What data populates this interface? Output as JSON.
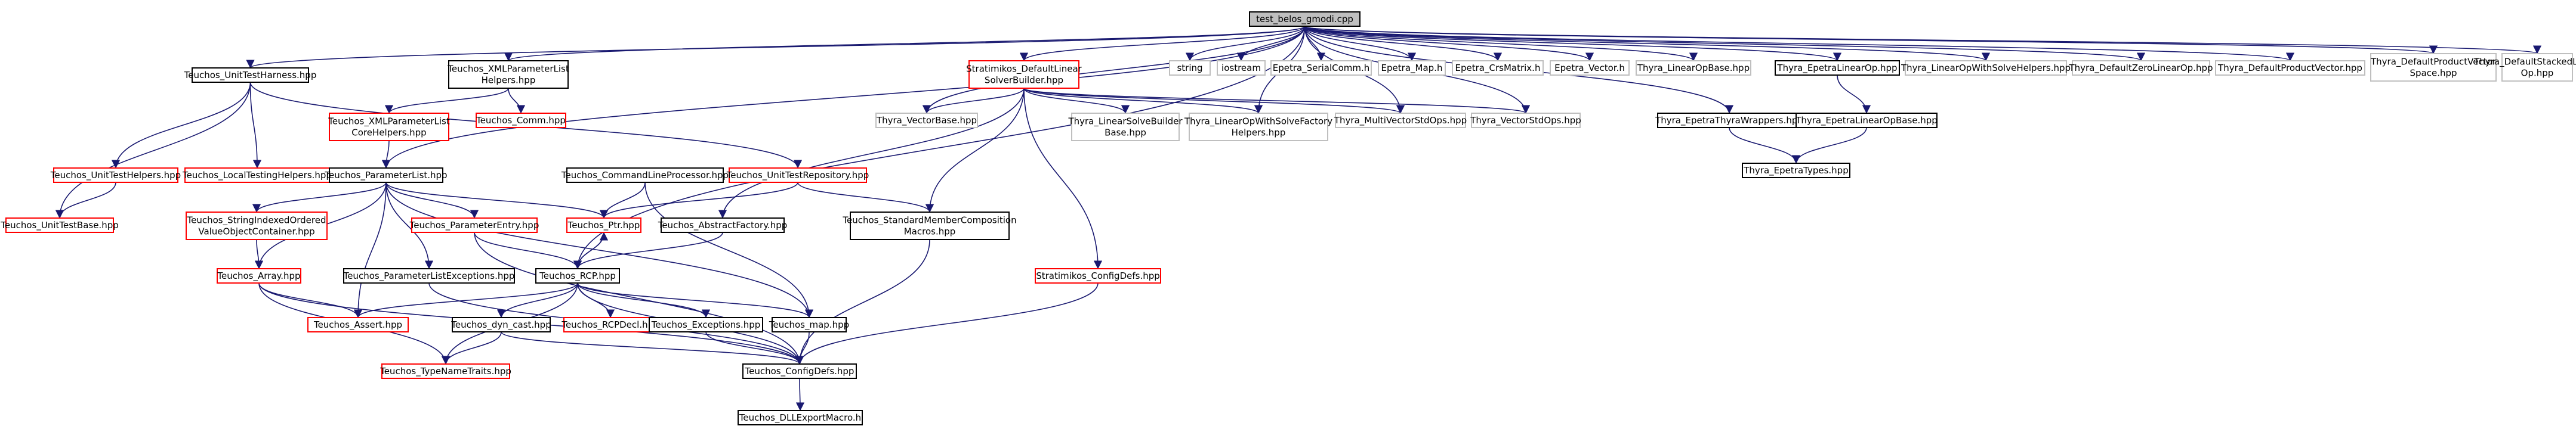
{
  "colors": {
    "edge": "#191970",
    "border_black": "#000000",
    "border_red": "#ff0000",
    "border_gray": "#bfbfbf",
    "root_fill": "#bfbfbf",
    "text": "#000000"
  },
  "nodes": [
    {
      "id": "root",
      "lines": [
        "test_belos_gmodi.cpp"
      ],
      "style": "root"
    },
    {
      "id": "unittest_harness",
      "lines": [
        "Teuchos_UnitTestHarness.hpp"
      ],
      "style": "black"
    },
    {
      "id": "xmlpl_helpers",
      "lines": [
        "Teuchos_XMLParameterList",
        "Helpers.hpp"
      ],
      "style": "black"
    },
    {
      "id": "strat_default",
      "lines": [
        "Stratimikos_DefaultLinear",
        "SolverBuilder.hpp"
      ],
      "style": "red"
    },
    {
      "id": "string",
      "lines": [
        "string"
      ],
      "style": "gray"
    },
    {
      "id": "iostream",
      "lines": [
        "iostream"
      ],
      "style": "gray"
    },
    {
      "id": "epetra_serialcomm",
      "lines": [
        "Epetra_SerialComm.h"
      ],
      "style": "gray"
    },
    {
      "id": "epetra_map",
      "lines": [
        "Epetra_Map.h"
      ],
      "style": "gray"
    },
    {
      "id": "epetra_crsmatrix",
      "lines": [
        "Epetra_CrsMatrix.h"
      ],
      "style": "gray"
    },
    {
      "id": "epetra_vector",
      "lines": [
        "Epetra_Vector.h"
      ],
      "style": "gray"
    },
    {
      "id": "thyra_linearopbase",
      "lines": [
        "Thyra_LinearOpBase.hpp"
      ],
      "style": "gray"
    },
    {
      "id": "thyra_epetralinearop",
      "lines": [
        "Thyra_EpetraLinearOp.hpp"
      ],
      "style": "black"
    },
    {
      "id": "thyra_lowshelpers",
      "lines": [
        "Thyra_LinearOpWithSolveHelpers.hpp"
      ],
      "style": "gray"
    },
    {
      "id": "thyra_defzero",
      "lines": [
        "Thyra_DefaultZeroLinearOp.hpp"
      ],
      "style": "gray"
    },
    {
      "id": "thyra_defprodvec",
      "lines": [
        "Thyra_DefaultProductVector.hpp"
      ],
      "style": "gray"
    },
    {
      "id": "thyra_defprodvecspace",
      "lines": [
        "Thyra_DefaultProductVector",
        "Space.hpp"
      ],
      "style": "gray"
    },
    {
      "id": "thyra_defstacked",
      "lines": [
        "Thyra_DefaultStackedLinear",
        "Op.hpp"
      ],
      "style": "gray"
    },
    {
      "id": "xmlpl_corehelpers",
      "lines": [
        "Teuchos_XMLParameterList",
        "CoreHelpers.hpp"
      ],
      "style": "red"
    },
    {
      "id": "teuchos_comm",
      "lines": [
        "Teuchos_Comm.hpp"
      ],
      "style": "red"
    },
    {
      "id": "thyra_vectorbase",
      "lines": [
        "Thyra_VectorBase.hpp"
      ],
      "style": "gray"
    },
    {
      "id": "thyra_lsbuilderbase",
      "lines": [
        "Thyra_LinearSolveBuilder",
        "Base.hpp"
      ],
      "style": "gray"
    },
    {
      "id": "thyra_lowsfactoryhelpers",
      "lines": [
        "Thyra_LinearOpWithSolveFactory",
        "Helpers.hpp"
      ],
      "style": "gray"
    },
    {
      "id": "thyra_multivecstdops",
      "lines": [
        "Thyra_MultiVectorStdOps.hpp"
      ],
      "style": "gray"
    },
    {
      "id": "thyra_vecstdops",
      "lines": [
        "Thyra_VectorStdOps.hpp"
      ],
      "style": "gray"
    },
    {
      "id": "thyra_epetrathyrawrappers",
      "lines": [
        "Thyra_EpetraThyraWrappers.hpp"
      ],
      "style": "black"
    },
    {
      "id": "thyra_epetralinearopbase",
      "lines": [
        "Thyra_EpetraLinearOpBase.hpp"
      ],
      "style": "black"
    },
    {
      "id": "unittest_helpers",
      "lines": [
        "Teuchos_UnitTestHelpers.hpp"
      ],
      "style": "red"
    },
    {
      "id": "local_testing_helpers",
      "lines": [
        "Teuchos_LocalTestingHelpers.hpp"
      ],
      "style": "red"
    },
    {
      "id": "parameterlist",
      "lines": [
        "Teuchos_ParameterList.hpp"
      ],
      "style": "black"
    },
    {
      "id": "cmdline_processor",
      "lines": [
        "Teuchos_CommandLineProcessor.hpp"
      ],
      "style": "black"
    },
    {
      "id": "unittest_repository",
      "lines": [
        "Teuchos_UnitTestRepository.hpp"
      ],
      "style": "red"
    },
    {
      "id": "thyra_epetratypes",
      "lines": [
        "Thyra_EpetraTypes.hpp"
      ],
      "style": "black"
    },
    {
      "id": "unittest_base",
      "lines": [
        "Teuchos_UnitTestBase.hpp"
      ],
      "style": "red"
    },
    {
      "id": "string_indexed",
      "lines": [
        "Teuchos_StringIndexedOrdered",
        "ValueObjectContainer.hpp"
      ],
      "style": "red"
    },
    {
      "id": "parameter_entry",
      "lines": [
        "Teuchos_ParameterEntry.hpp"
      ],
      "style": "red"
    },
    {
      "id": "teuchos_ptr",
      "lines": [
        "Teuchos_Ptr.hpp"
      ],
      "style": "red"
    },
    {
      "id": "abstract_factory",
      "lines": [
        "Teuchos_AbstractFactory.hpp"
      ],
      "style": "black"
    },
    {
      "id": "std_member_comp",
      "lines": [
        "Teuchos_StandardMemberComposition",
        "Macros.hpp"
      ],
      "style": "black"
    },
    {
      "id": "strat_configdefs",
      "lines": [
        "Stratimikos_ConfigDefs.hpp"
      ],
      "style": "red"
    },
    {
      "id": "teuchos_array",
      "lines": [
        "Teuchos_Array.hpp"
      ],
      "style": "red"
    },
    {
      "id": "pl_exceptions",
      "lines": [
        "Teuchos_ParameterListExceptions.hpp"
      ],
      "style": "black"
    },
    {
      "id": "teuchos_rcp",
      "lines": [
        "Teuchos_RCP.hpp"
      ],
      "style": "black"
    },
    {
      "id": "teuchos_assert",
      "lines": [
        "Teuchos_Assert.hpp"
      ],
      "style": "red"
    },
    {
      "id": "dyn_cast",
      "lines": [
        "Teuchos_dyn_cast.hpp"
      ],
      "style": "black"
    },
    {
      "id": "rcpdecl",
      "lines": [
        "Teuchos_RCPDecl.hpp"
      ],
      "style": "red"
    },
    {
      "id": "teuchos_exceptions",
      "lines": [
        "Teuchos_Exceptions.hpp"
      ],
      "style": "black"
    },
    {
      "id": "teuchos_map",
      "lines": [
        "Teuchos_map.hpp"
      ],
      "style": "black"
    },
    {
      "id": "type_name_traits",
      "lines": [
        "Teuchos_TypeNameTraits.hpp"
      ],
      "style": "red"
    },
    {
      "id": "teuchos_configdefs",
      "lines": [
        "Teuchos_ConfigDefs.hpp"
      ],
      "style": "black"
    },
    {
      "id": "dll_export",
      "lines": [
        "Teuchos_DLLExportMacro.h"
      ],
      "style": "black"
    }
  ],
  "edges": [
    [
      "root",
      "unittest_harness"
    ],
    [
      "root",
      "xmlpl_helpers"
    ],
    [
      "root",
      "strat_default"
    ],
    [
      "root",
      "string"
    ],
    [
      "root",
      "iostream"
    ],
    [
      "root",
      "epetra_serialcomm"
    ],
    [
      "root",
      "epetra_map"
    ],
    [
      "root",
      "epetra_crsmatrix"
    ],
    [
      "root",
      "epetra_vector"
    ],
    [
      "root",
      "thyra_linearopbase"
    ],
    [
      "root",
      "thyra_epetralinearop"
    ],
    [
      "root",
      "thyra_lowshelpers"
    ],
    [
      "root",
      "thyra_defzero"
    ],
    [
      "root",
      "thyra_defprodvec"
    ],
    [
      "root",
      "thyra_defprodvecspace"
    ],
    [
      "root",
      "thyra_defstacked"
    ],
    [
      "root",
      "thyra_vectorbase"
    ],
    [
      "root",
      "thyra_lowsfactoryhelpers"
    ],
    [
      "root",
      "thyra_multivecstdops"
    ],
    [
      "root",
      "thyra_vecstdops"
    ],
    [
      "root",
      "thyra_epetrathyrawrappers"
    ],
    [
      "root",
      "parameterlist"
    ],
    [
      "root",
      "teuchos_rcp"
    ],
    [
      "unittest_harness",
      "unittest_helpers"
    ],
    [
      "unittest_harness",
      "local_testing_helpers"
    ],
    [
      "unittest_harness",
      "unittest_repository"
    ],
    [
      "unittest_harness",
      "unittest_base"
    ],
    [
      "xmlpl_helpers",
      "xmlpl_corehelpers"
    ],
    [
      "xmlpl_helpers",
      "teuchos_comm"
    ],
    [
      "xmlpl_corehelpers",
      "parameterlist"
    ],
    [
      "strat_default",
      "thyra_vectorbase"
    ],
    [
      "strat_default",
      "thyra_lsbuilderbase"
    ],
    [
      "strat_default",
      "thyra_lowsfactoryhelpers"
    ],
    [
      "strat_default",
      "thyra_multivecstdops"
    ],
    [
      "strat_default",
      "thyra_vecstdops"
    ],
    [
      "strat_default",
      "std_member_comp"
    ],
    [
      "strat_default",
      "abstract_factory"
    ],
    [
      "strat_default",
      "strat_configdefs"
    ],
    [
      "thyra_epetralinearop",
      "thyra_epetralinearopbase"
    ],
    [
      "thyra_epetrathyrawrappers",
      "thyra_epetratypes"
    ],
    [
      "thyra_epetralinearopbase",
      "thyra_epetratypes"
    ],
    [
      "unittest_helpers",
      "unittest_base"
    ],
    [
      "parameterlist",
      "string_indexed"
    ],
    [
      "parameterlist",
      "parameter_entry"
    ],
    [
      "parameterlist",
      "pl_exceptions"
    ],
    [
      "parameterlist",
      "teuchos_array"
    ],
    [
      "parameterlist",
      "teuchos_assert"
    ],
    [
      "parameterlist",
      "teuchos_map"
    ],
    [
      "parameterlist",
      "teuchos_ptr"
    ],
    [
      "cmdline_processor",
      "teuchos_ptr"
    ],
    [
      "cmdline_processor",
      "teuchos_map"
    ],
    [
      "unittest_repository",
      "teuchos_ptr"
    ],
    [
      "unittest_repository",
      "std_member_comp"
    ],
    [
      "string_indexed",
      "teuchos_array"
    ],
    [
      "parameter_entry",
      "teuchos_rcp"
    ],
    [
      "parameter_entry",
      "teuchos_configdefs"
    ],
    [
      "teuchos_ptr",
      "teuchos_rcp"
    ],
    [
      "abstract_factory",
      "teuchos_rcp"
    ],
    [
      "std_member_comp",
      "teuchos_configdefs"
    ],
    [
      "strat_configdefs",
      "teuchos_configdefs"
    ],
    [
      "teuchos_array",
      "teuchos_assert"
    ],
    [
      "teuchos_array",
      "type_name_traits"
    ],
    [
      "teuchos_array",
      "teuchos_configdefs"
    ],
    [
      "pl_exceptions",
      "teuchos_configdefs"
    ],
    [
      "teuchos_rcp",
      "teuchos_ptr"
    ],
    [
      "teuchos_rcp",
      "teuchos_assert"
    ],
    [
      "teuchos_rcp",
      "dyn_cast"
    ],
    [
      "teuchos_rcp",
      "rcpdecl"
    ],
    [
      "teuchos_rcp",
      "teuchos_exceptions"
    ],
    [
      "teuchos_rcp",
      "teuchos_map"
    ],
    [
      "teuchos_rcp",
      "type_name_traits"
    ],
    [
      "teuchos_rcp",
      "teuchos_configdefs"
    ],
    [
      "dyn_cast",
      "type_name_traits"
    ],
    [
      "dyn_cast",
      "teuchos_configdefs"
    ],
    [
      "teuchos_exceptions",
      "teuchos_configdefs"
    ],
    [
      "teuchos_map",
      "teuchos_configdefs"
    ],
    [
      "teuchos_configdefs",
      "dll_export"
    ]
  ]
}
